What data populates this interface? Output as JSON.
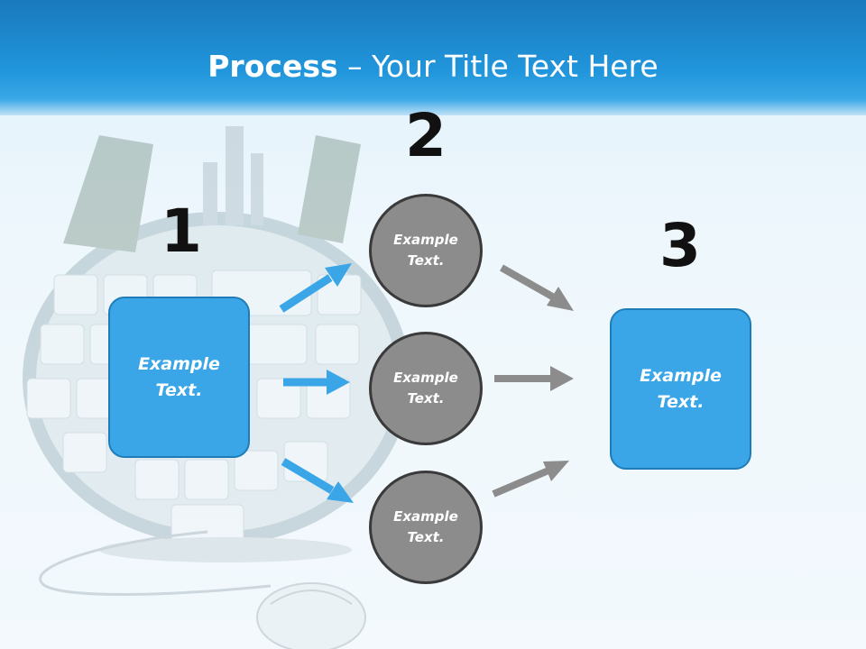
{
  "title": {
    "bold": "Process",
    "rest": " – Your Title Text Here"
  },
  "steps": {
    "one": "1",
    "two": "2",
    "three": "3"
  },
  "left_box": {
    "text_line1": "Example",
    "text_line2": "Text."
  },
  "circles": [
    {
      "line1": "Example",
      "line2": "Text."
    },
    {
      "line1": "Example",
      "line2": "Text."
    },
    {
      "line1": "Example",
      "line2": "Text."
    }
  ],
  "right_box": {
    "text_line1": "Example",
    "text_line2": "Text."
  },
  "colors": {
    "header": "#2196dc",
    "box": "#3aa6e8",
    "circle": "#8c8c8c",
    "blue_arrow": "#3aa6e8",
    "gray_arrow": "#8c8c8c"
  }
}
